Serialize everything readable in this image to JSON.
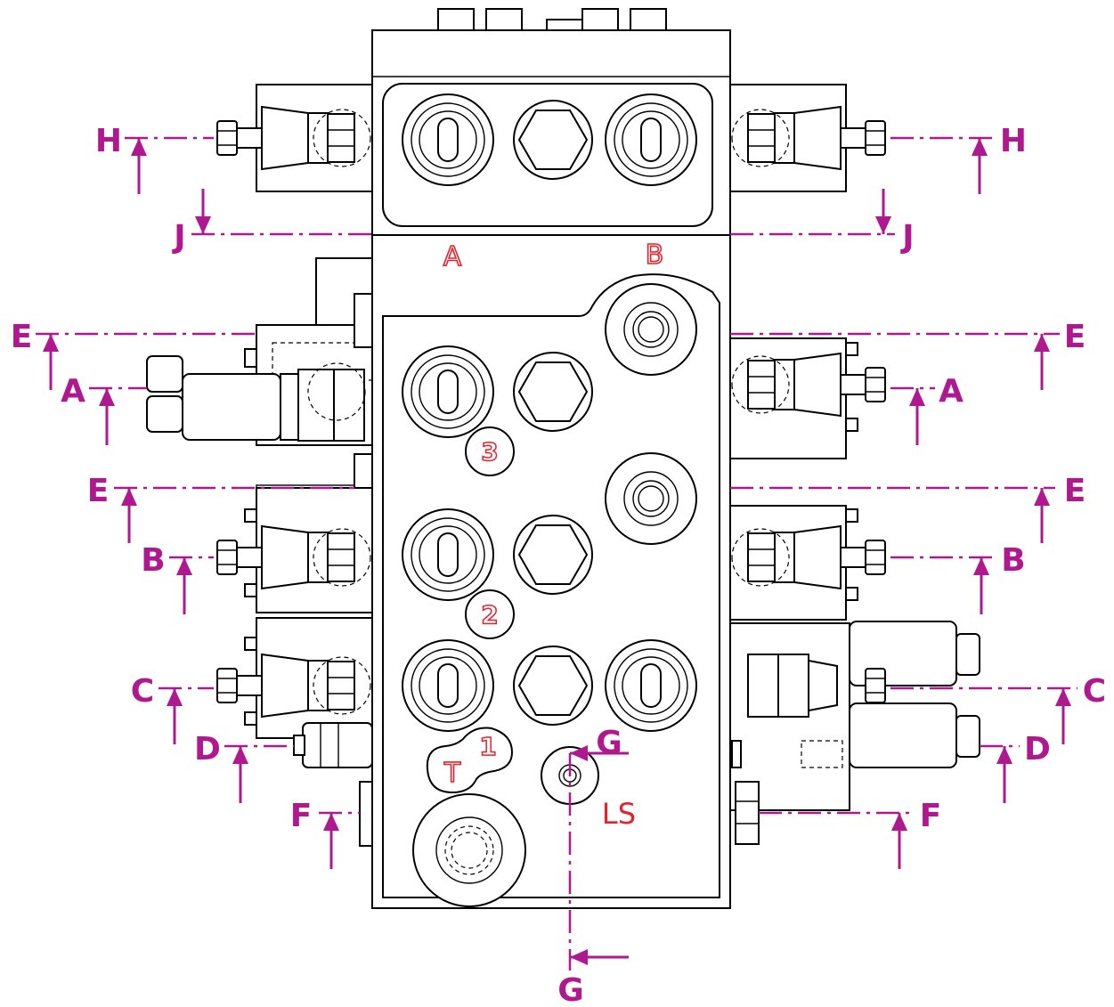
{
  "colors": {
    "section_marker": "#b0188f",
    "port_label": "#e8202a",
    "line": "#000000",
    "background": "#ffffff"
  },
  "ports": {
    "a": "A",
    "b": "B",
    "t": "T",
    "ls": "LS"
  },
  "sections": {
    "one": "1",
    "two": "2",
    "three": "3"
  },
  "section_markers": {
    "a": "A",
    "b": "B",
    "c": "C",
    "d": "D",
    "e": "E",
    "f": "F",
    "g": "G",
    "h": "H",
    "j": "J"
  }
}
